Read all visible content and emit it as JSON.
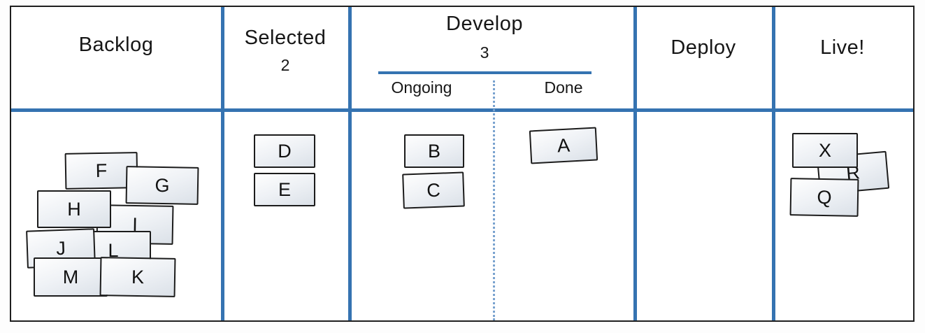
{
  "board": {
    "columns": {
      "backlog": {
        "label": "Backlog"
      },
      "selected": {
        "label": "Selected",
        "wip_limit": "2"
      },
      "develop": {
        "label": "Develop",
        "wip_limit": "3",
        "sub_columns": {
          "ongoing": {
            "label": "Ongoing"
          },
          "done": {
            "label": "Done"
          }
        }
      },
      "deploy": {
        "label": "Deploy"
      },
      "live": {
        "label": "Live!"
      }
    },
    "cards": {
      "backlog": [
        "F",
        "G",
        "H",
        "I",
        "J",
        "L",
        "M",
        "K"
      ],
      "selected": [
        "D",
        "E"
      ],
      "develop_ongoing": [
        "B",
        "C"
      ],
      "develop_done": [
        "A"
      ],
      "deploy": [],
      "live": [
        "X",
        "R",
        "Q"
      ]
    },
    "colors": {
      "line_blue": "#3573b1",
      "dotted_blue": "#7aa3cf",
      "card_border": "#1c1c1c",
      "card_fill": "#e4e9ee",
      "board_border": "#1f1f1f"
    }
  }
}
